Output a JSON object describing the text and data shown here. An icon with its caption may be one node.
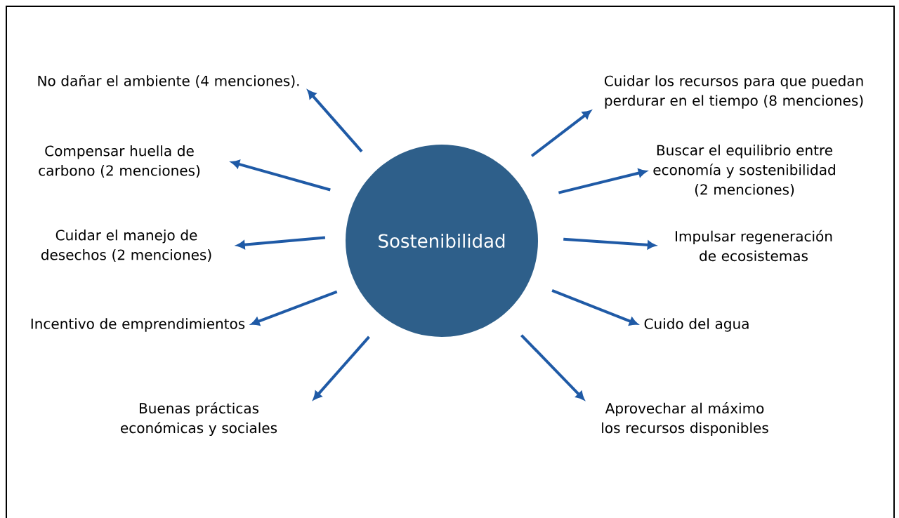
{
  "diagram": {
    "nodes": [
      {
        "text": [
          "Sostenibilidad"
        ]
      },
      {
        "text": [
          "No dañar el ambiente (4 menciones)."
        ]
      },
      {
        "text": [
          "Compensar huella de carbono (2 menciones)"
        ]
      },
      {
        "text": [
          "Cuidar el manejo de desechos (2 menciones)"
        ]
      },
      {
        "text": [
          "Incentivo de emprendimientos"
        ]
      },
      {
        "text": [
          "Buenas prácticas económicas y sociales"
        ]
      },
      {
        "text": [
          "Cuidar los recursos para que puedan perdurar en el tiempo (8 menciones)"
        ]
      },
      {
        "text": [
          "Buscar el equilibrio entre economía y sostenibilidad (2 menciones)"
        ]
      },
      {
        "text": [
          "Impulsar regeneración de ecosistemas"
        ]
      },
      {
        "text": [
          "Cuido del agua"
        ]
      },
      {
        "text": [
          "Aprovechar al máximo los recursos disponibles"
        ]
      }
    ],
    "edges": [
      {
        "from": 0,
        "to": 1,
        "arrow": "to"
      },
      {
        "from": 0,
        "to": 2,
        "arrow": "to"
      },
      {
        "from": 0,
        "to": 3,
        "arrow": "to"
      },
      {
        "from": 0,
        "to": 4,
        "arrow": "to"
      },
      {
        "from": 0,
        "to": 5,
        "arrow": "to"
      },
      {
        "from": 0,
        "to": 6,
        "arrow": "to"
      },
      {
        "from": 0,
        "to": 7,
        "arrow": "to"
      },
      {
        "from": 0,
        "to": 8,
        "arrow": "to"
      },
      {
        "from": 0,
        "to": 9,
        "arrow": "to"
      },
      {
        "from": 0,
        "to": 10,
        "arrow": "to"
      }
    ]
  }
}
